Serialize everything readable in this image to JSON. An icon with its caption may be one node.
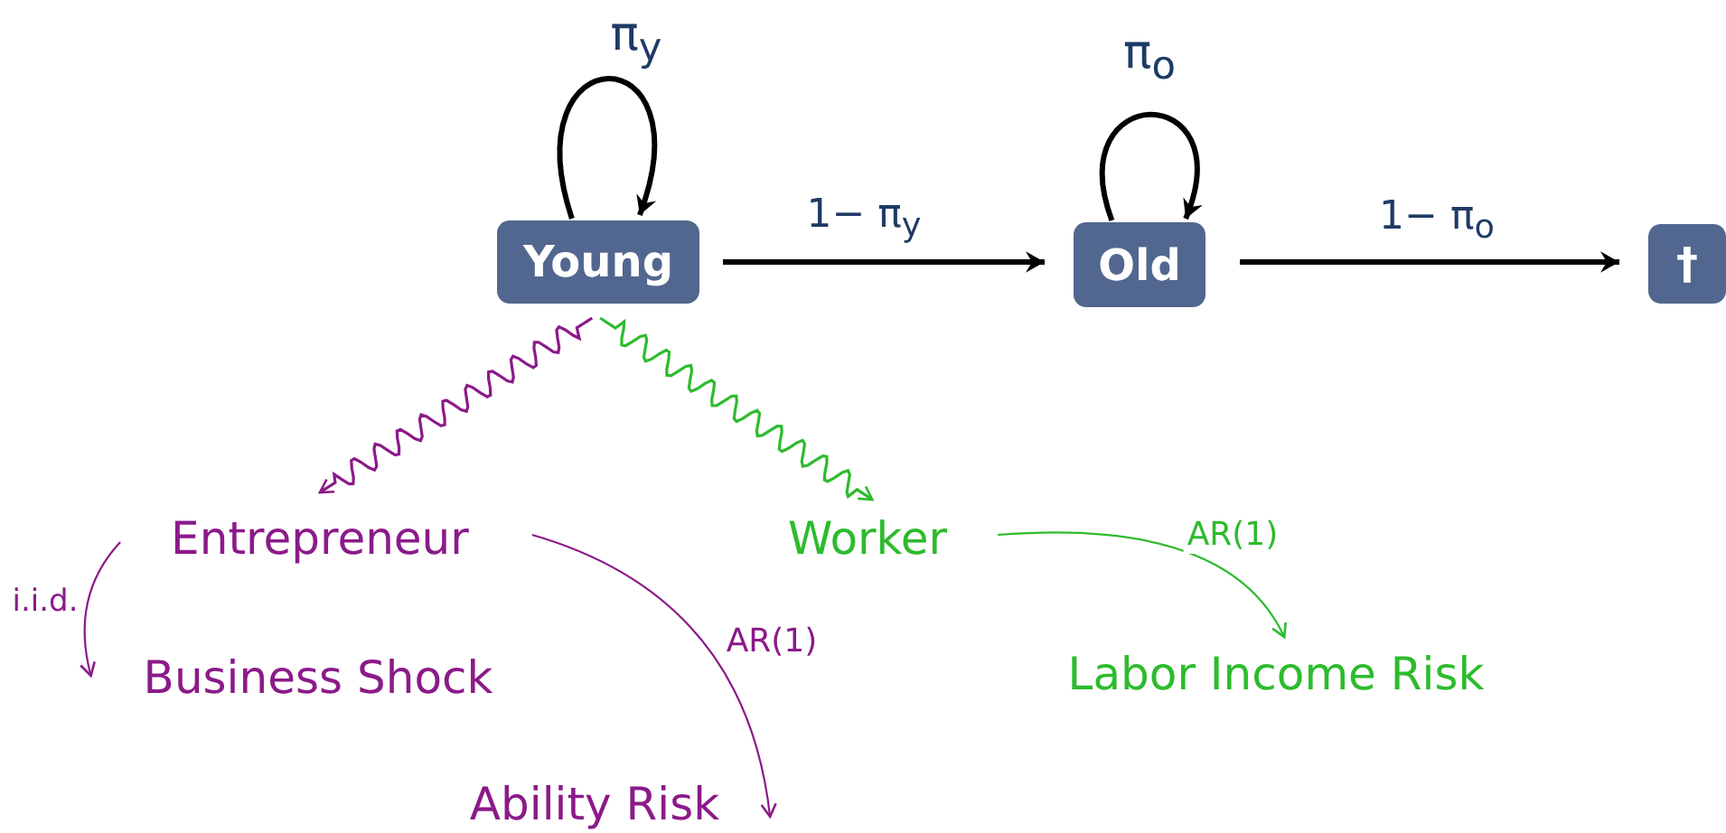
{
  "diagram": {
    "nodes": [
      {
        "text": [
          "Young"
        ]
      },
      {
        "text": [
          "Old"
        ]
      },
      {
        "text": [
          "†"
        ]
      },
      {
        "text": [
          "Entrepreneur"
        ]
      },
      {
        "text": [
          "Worker"
        ]
      },
      {
        "text": [
          "Business Shock"
        ]
      },
      {
        "text": [
          "Ability Risk"
        ]
      },
      {
        "text": [
          "Labor Income Risk"
        ]
      }
    ],
    "edges": [
      {
        "from": 0,
        "to": 0,
        "arrow": "to",
        "label": "π$_{y}$"
      },
      {
        "from": 0,
        "to": 1,
        "arrow": "to",
        "label": "1− π$_{y}$"
      },
      {
        "from": 1,
        "to": 1,
        "arrow": "to",
        "label": "π$_{o}$"
      },
      {
        "from": 1,
        "to": 2,
        "arrow": "to",
        "label": "1− π$_{o}$"
      },
      {
        "from": 0,
        "to": 3,
        "arrow": "to",
        "color": "#8b1a89"
      },
      {
        "from": 0,
        "to": 4,
        "arrow": "to",
        "color": "#2dbb2d"
      },
      {
        "from": 3,
        "to": 5,
        "arrow": "to",
        "label": "i.i.d.",
        "color": "#8b1a89"
      },
      {
        "from": 3,
        "to": 6,
        "arrow": "to",
        "label": "AR(1)",
        "color": "#8b1a89"
      },
      {
        "from": 4,
        "to": 7,
        "arrow": "to",
        "label": "AR(1)",
        "color": "#2dbb2d"
      }
    ]
  }
}
